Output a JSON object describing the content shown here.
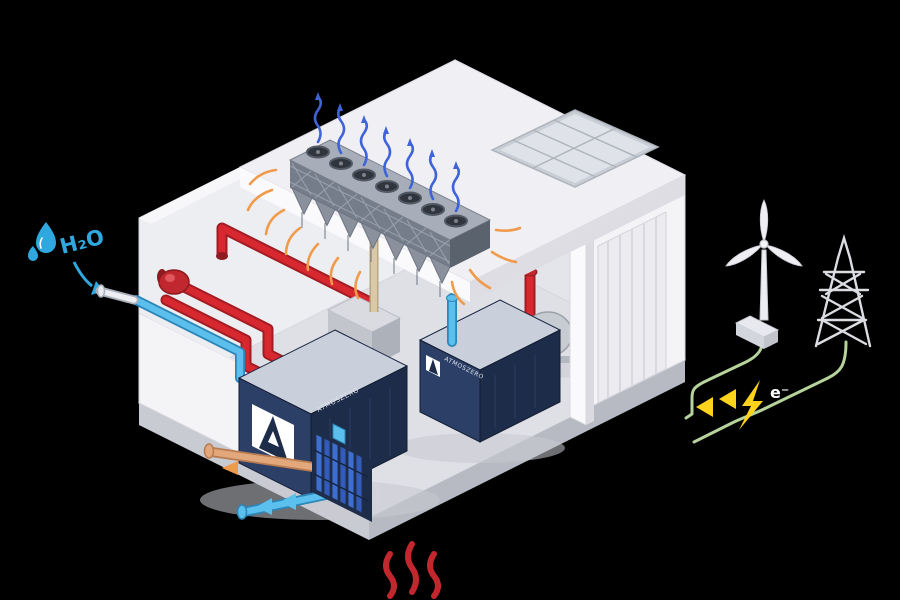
{
  "labels": {
    "water_inlet": "H₂O",
    "electron": "e⁻"
  },
  "machines": {
    "brand": "ATMOSZERO"
  },
  "icons": {
    "water-drop-icon": "droplet",
    "lightning-bolt-icon": "lightning-bolt",
    "steam-icon": "heat-squiggles",
    "airflow-icon": "curled-arrow-up",
    "heat-ray-icon": "radiating-ray",
    "wind-turbine-icon": "wind-turbine",
    "power-pylon-icon": "transmission-tower",
    "solar-panel-icon": "solar-panel"
  },
  "palette": {
    "background": "#000000",
    "building_white": "#F2F2F6",
    "water_blue": "#2FA8E0",
    "pipe_blue_light": "#5BC0ED",
    "pipe_blue_dark": "#2C86B8",
    "hot_red": "#D7282F",
    "hot_red_dark": "#A21C23",
    "copper": "#E2A87C",
    "copper_dark": "#B97C50",
    "electric_yellow": "#FFD21C",
    "wire_green": "#B5D39B",
    "heat_orange": "#F09A4B",
    "airflow_blue": "#3F63D8",
    "machine_navy": "#2C3F66",
    "machine_navy_dark": "#1D2C49",
    "steam_red": "#C1272D"
  }
}
